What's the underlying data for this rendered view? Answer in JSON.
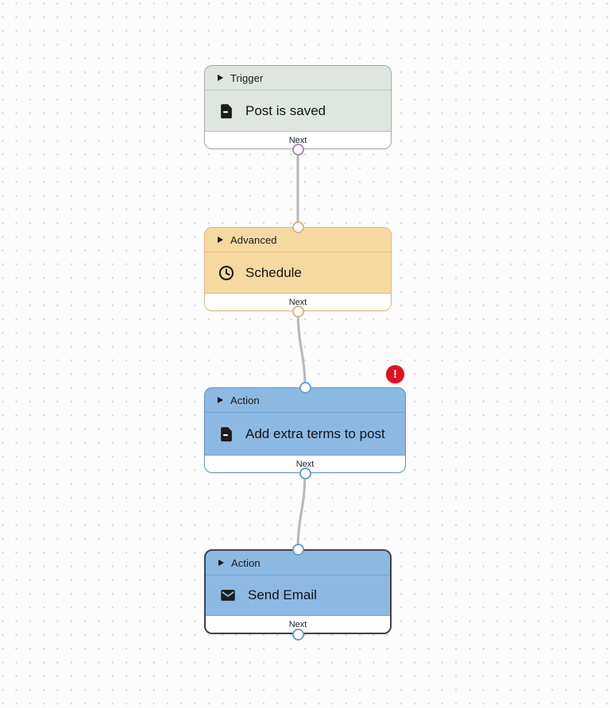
{
  "canvas": {
    "type": "workflow-flow-builder",
    "background": "dot-grid"
  },
  "nodes": [
    {
      "category": "Trigger",
      "title": "Post is saved",
      "icon": "document-icon",
      "footer_label": "Next",
      "fill": "#dfe6df",
      "border": "#a3aaa3",
      "output_port_color": "#b287b7",
      "has_error": false,
      "selected": false
    },
    {
      "category": "Advanced",
      "title": "Schedule",
      "icon": "clock-icon",
      "footer_label": "Next",
      "fill": "#f6d9a1",
      "border": "#d9b87a",
      "input_port_color": "#d9b87e",
      "output_port_color": "#d9b87e",
      "has_error": false,
      "selected": false
    },
    {
      "category": "Action",
      "title": "Add extra terms to post",
      "icon": "document-icon",
      "footer_label": "Next",
      "fill": "#8cb9e2",
      "border": "#5d90c4",
      "input_port_color": "#6b9fd4",
      "output_port_color": "#6b9fd4",
      "has_error": true,
      "error_glyph": "!",
      "selected": false
    },
    {
      "category": "Action",
      "title": "Send Email",
      "icon": "envelope-icon",
      "footer_label": "Next",
      "fill": "#8cb9e2",
      "border": "#3d434d",
      "input_port_color": "#6b9fd4",
      "output_port_color": "#6b9fd4",
      "has_error": false,
      "selected": true
    }
  ],
  "connections": [
    {
      "from": "Post is saved",
      "to": "Schedule"
    },
    {
      "from": "Schedule",
      "to": "Add extra terms to post"
    },
    {
      "from": "Add extra terms to post",
      "to": "Send Email"
    }
  ],
  "colors": {
    "wire": "#b6b6bd",
    "error_badge": "#e01220",
    "footer_bg": "#ffffff",
    "dot_grid": "#d9d9d9",
    "text": "#121315"
  }
}
